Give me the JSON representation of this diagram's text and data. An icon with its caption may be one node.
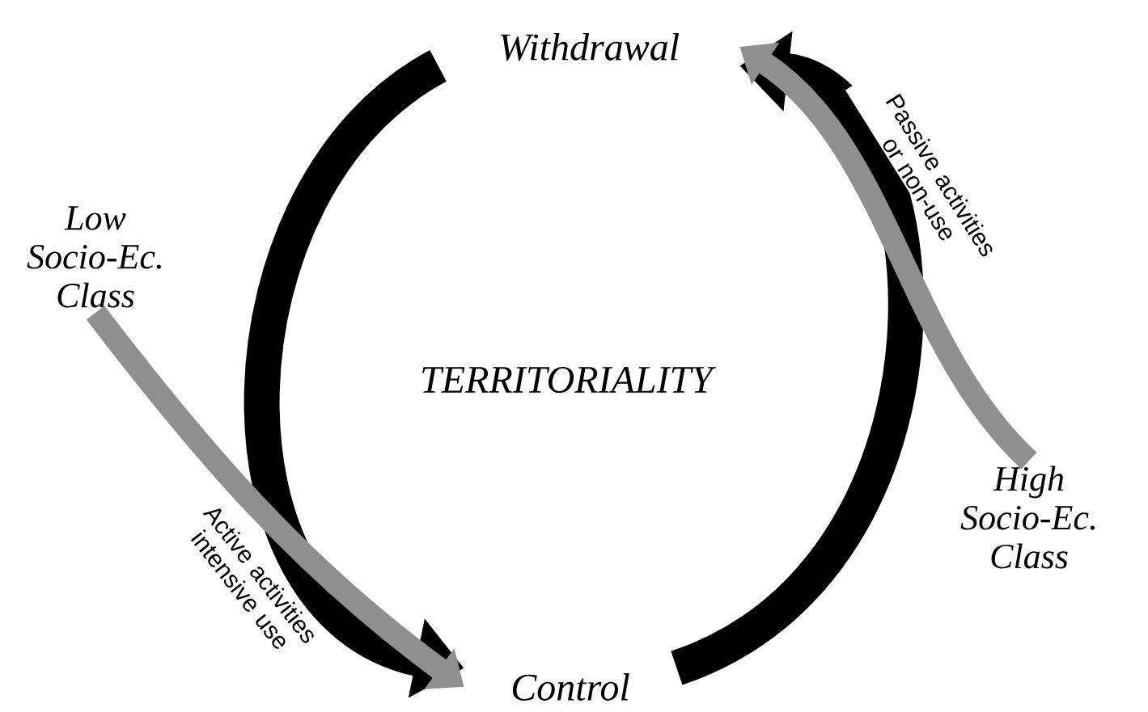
{
  "diagram": {
    "nodes": [
      {
        "text": [
          "Withdrawal"
        ]
      },
      {
        "text": [
          "Control"
        ]
      },
      {
        "text": [
          "Low Socio-Ec. Class"
        ]
      },
      {
        "text": [
          "High Socio-Ec. Class"
        ]
      },
      {
        "text": [
          "TERRITORIALITY"
        ]
      }
    ],
    "edges": [
      {
        "from": 0,
        "to": 1,
        "arrow": "to"
      },
      {
        "from": 1,
        "to": 0,
        "arrow": "to"
      },
      {
        "from": 2,
        "to": 1,
        "arrow": "to",
        "label": "Active activities intensive use",
        "color": "#8f8f8f"
      },
      {
        "from": 3,
        "to": 0,
        "arrow": "to",
        "label": "Passive activities or non-use",
        "color": "#8f8f8f"
      }
    ]
  }
}
